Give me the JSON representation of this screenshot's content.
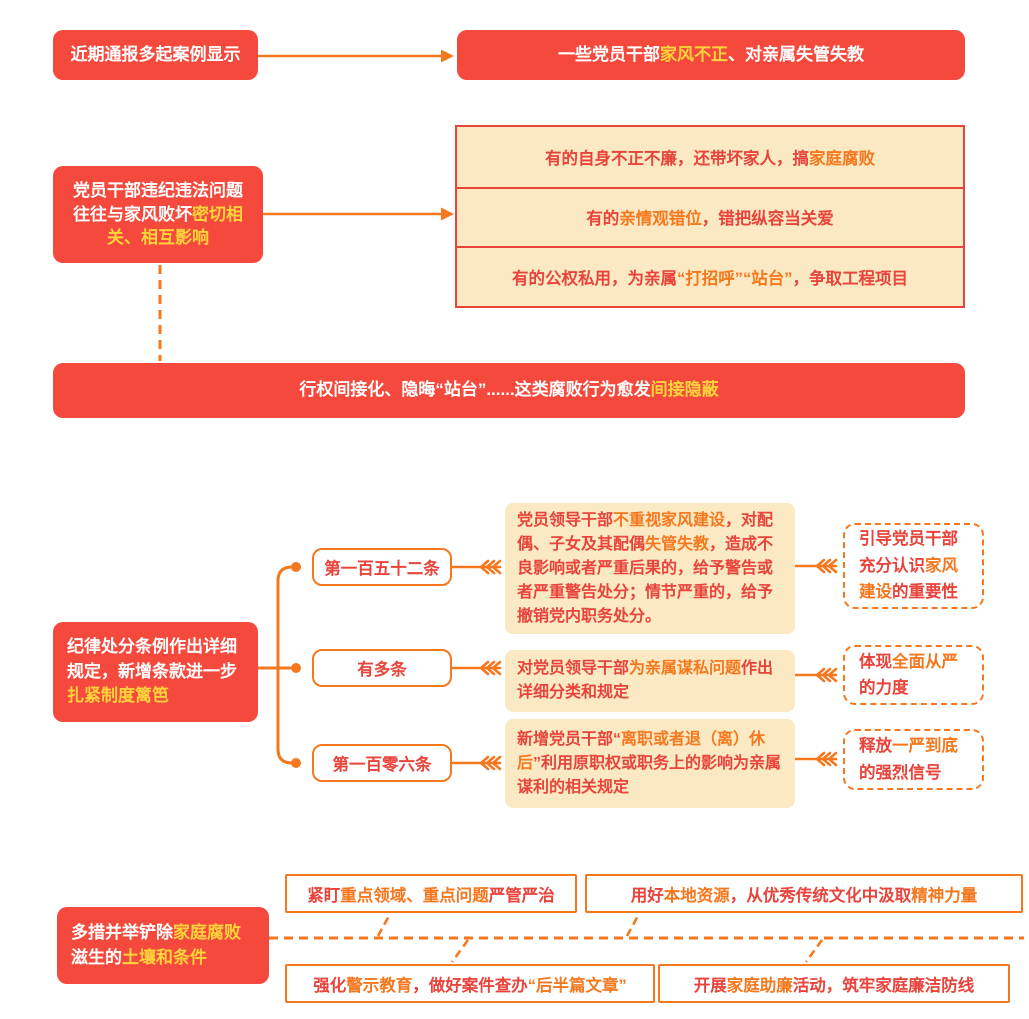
{
  "colors": {
    "red": "#F4493C",
    "yellow": "#FFD43B",
    "orange": "#F5781E",
    "cream": "#FBE9C4",
    "text-red": "#E8443B",
    "line-red": "#E8443B"
  },
  "section1": {
    "left": [
      {
        "t": "近期通报多起案例显示"
      }
    ],
    "right": [
      {
        "t": "一些党员干部"
      },
      {
        "t": "家风不正",
        "hl": true
      },
      {
        "t": "、对亲属失管失教"
      }
    ]
  },
  "section2": {
    "left": [
      {
        "t": "党员干部违纪违法问题往往与家风败坏"
      },
      {
        "t": "密切相关、相互影响",
        "hl": true
      }
    ],
    "rows": [
      [
        {
          "t": "有的自身不正不廉，还带坏家人，搞"
        },
        {
          "t": "家庭腐败",
          "hl": true
        }
      ],
      [
        {
          "t": "有的"
        },
        {
          "t": "亲情观错位",
          "hl": true
        },
        {
          "t": "，错把纵容当关爱"
        }
      ],
      [
        {
          "t": "有的公权私用，为亲属"
        },
        {
          "t": "“打招呼”“站台”",
          "hl": true
        },
        {
          "t": "，争取工程项目"
        }
      ]
    ]
  },
  "section3": {
    "banner": [
      {
        "t": "行权间接化、隐晦“站台”......这类腐败行为愈发"
      },
      {
        "t": "间接隐蔽",
        "hl": true
      }
    ]
  },
  "section4": {
    "left": [
      {
        "t": "纪律处分条例作出详细规定，新增条款进一步"
      },
      {
        "t": "扎紧制度篱笆",
        "hl": true
      }
    ],
    "branches": [
      {
        "label": [
          {
            "t": "第一百五十二条"
          }
        ],
        "detail": [
          {
            "t": "党员领导干部"
          },
          {
            "t": "不重视家风建设",
            "hl": true
          },
          {
            "t": "，对配偶、子女及其配偶"
          },
          {
            "t": "失管失教",
            "hl": true
          },
          {
            "t": "，造成不良影响或者严重后果的，给予警告或者严重警告处分；情节严重的，给予撤销党内职务处分。"
          }
        ],
        "note": [
          {
            "t": "引导党员干部充分认识"
          },
          {
            "t": "家风建设",
            "hl": true
          },
          {
            "t": "的重要性"
          }
        ]
      },
      {
        "label": [
          {
            "t": "有多条"
          }
        ],
        "detail": [
          {
            "t": "对党员领导干部"
          },
          {
            "t": "为亲属谋私问题",
            "hl": true
          },
          {
            "t": "作出详细分类和规定"
          }
        ],
        "note": [
          {
            "t": "体现"
          },
          {
            "t": "全面从严",
            "hl": true
          },
          {
            "t": "的力度"
          }
        ]
      },
      {
        "label": [
          {
            "t": "第一百零六条"
          }
        ],
        "detail": [
          {
            "t": "新增党员干部“"
          },
          {
            "t": "离职或者退（离）休后",
            "hl": true
          },
          {
            "t": "”利用原职权或职务上的影响为亲属谋利的相关规定"
          }
        ],
        "note": [
          {
            "t": "释放"
          },
          {
            "t": "一严到底",
            "hl": true
          },
          {
            "t": "的强烈信号"
          }
        ]
      }
    ]
  },
  "section5": {
    "left": [
      {
        "t": "多措并举铲除"
      },
      {
        "t": "家庭腐败",
        "hl": true
      },
      {
        "t": "滋生的"
      },
      {
        "t": "土壤和条件",
        "hl": true
      }
    ],
    "measures": [
      [
        {
          "t": "紧盯"
        },
        {
          "t": "重点领域、重点问题",
          "hl": true
        },
        {
          "t": "严管严治"
        }
      ],
      [
        {
          "t": "用好"
        },
        {
          "t": "本地资源",
          "hl": true
        },
        {
          "t": "，从优秀传统文化中汲取"
        },
        {
          "t": "精神力量",
          "hl": true
        }
      ],
      [
        {
          "t": "强化"
        },
        {
          "t": "警示教育",
          "hl": true
        },
        {
          "t": "，做好案件查办"
        },
        {
          "t": "“后半篇文章”",
          "hl": true
        }
      ],
      [
        {
          "t": "开展"
        },
        {
          "t": "家庭助廉",
          "hl": true
        },
        {
          "t": "活动，筑牢家庭廉洁防线"
        }
      ]
    ]
  }
}
